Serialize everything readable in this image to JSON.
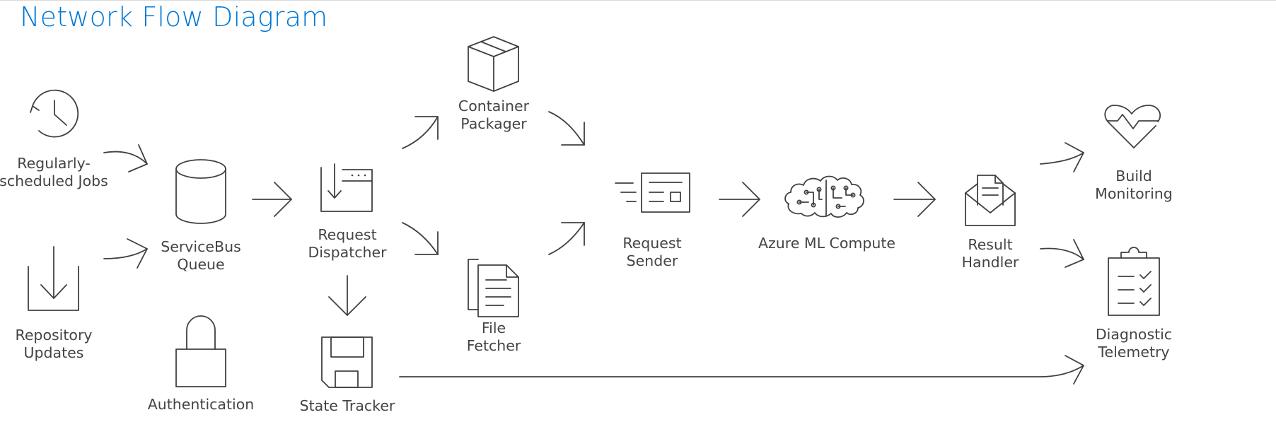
{
  "title": "Network Flow Diagram",
  "colors": {
    "title": "#0078d4",
    "stroke": "#404040",
    "label": "#444444"
  },
  "nodes": {
    "regularly_scheduled_jobs": {
      "label": "Regularly-\nscheduled Jobs",
      "icon": "clock-icon"
    },
    "repository_updates": {
      "label": "Repository\nUpdates",
      "icon": "tray-download-icon"
    },
    "servicebus_queue": {
      "label": "ServiceBus\nQueue",
      "icon": "database-cylinder-icon"
    },
    "authentication": {
      "label": "Authentication",
      "icon": "padlock-icon"
    },
    "request_dispatcher": {
      "label": "Request\nDispatcher",
      "icon": "window-download-icon"
    },
    "state_tracker": {
      "label": "State Tracker",
      "icon": "floppy-disk-icon"
    },
    "container_packager": {
      "label": "Container\nPackager",
      "icon": "box-icon"
    },
    "file_fetcher": {
      "label": "File\nFetcher",
      "icon": "documents-icon"
    },
    "request_sender": {
      "label": "Request\nSender",
      "icon": "fast-form-icon"
    },
    "azure_ml_compute": {
      "label": "Azure ML Compute",
      "icon": "brain-cloud-icon"
    },
    "result_handler": {
      "label": "Result\nHandler",
      "icon": "envelope-letter-icon"
    },
    "build_monitoring": {
      "label": "Build\nMonitoring",
      "icon": "heart-pulse-icon"
    },
    "diagnostic_telemetry": {
      "label": "Diagnostic\nTelemetry",
      "icon": "clipboard-checklist-icon"
    }
  },
  "edges": [
    {
      "from": "regularly_scheduled_jobs",
      "to": "servicebus_queue"
    },
    {
      "from": "repository_updates",
      "to": "servicebus_queue"
    },
    {
      "from": "servicebus_queue",
      "to": "request_dispatcher"
    },
    {
      "from": "request_dispatcher",
      "to": "container_packager"
    },
    {
      "from": "request_dispatcher",
      "to": "file_fetcher"
    },
    {
      "from": "request_dispatcher",
      "to": "state_tracker"
    },
    {
      "from": "container_packager",
      "to": "request_sender"
    },
    {
      "from": "file_fetcher",
      "to": "request_sender"
    },
    {
      "from": "request_sender",
      "to": "azure_ml_compute"
    },
    {
      "from": "azure_ml_compute",
      "to": "result_handler"
    },
    {
      "from": "result_handler",
      "to": "build_monitoring"
    },
    {
      "from": "result_handler",
      "to": "diagnostic_telemetry"
    },
    {
      "from": "state_tracker",
      "to": "diagnostic_telemetry"
    }
  ]
}
